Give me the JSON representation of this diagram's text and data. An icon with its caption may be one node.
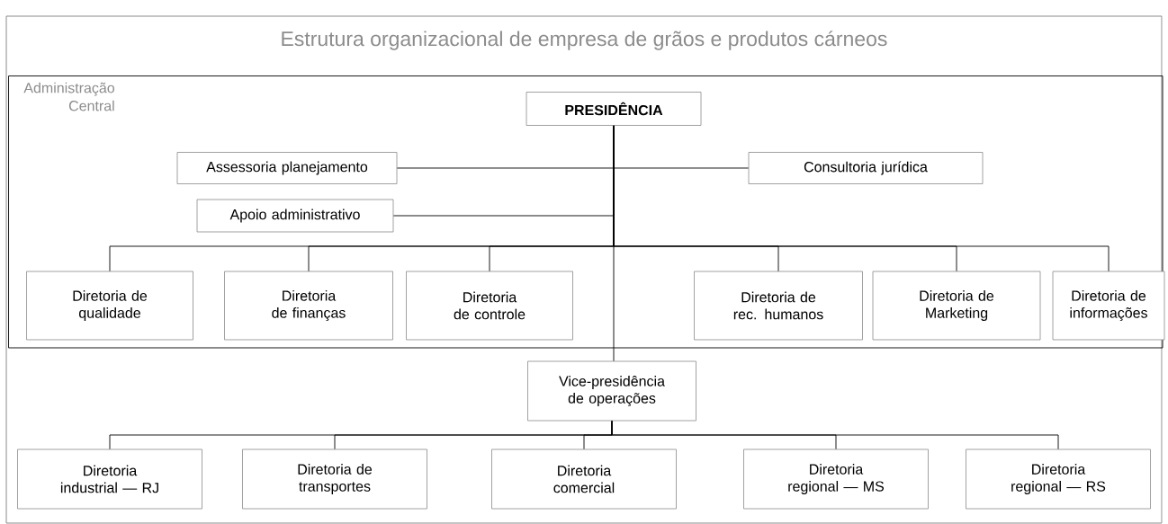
{
  "diagram": {
    "title": "Estrutura organizacional de empresa de grãos e produtos cárneos",
    "nodes": [
      {
        "text": [
          "Administração Central"
        ]
      },
      {
        "text": [
          "PRESIDÊNCIA"
        ],
        "in": 0
      },
      {
        "text": [
          "Assessoria planejamento"
        ],
        "in": 0
      },
      {
        "text": [
          "Consultoria jurídica"
        ],
        "in": 0
      },
      {
        "text": [
          "Apoio administrativo"
        ],
        "in": 0
      },
      {
        "text": [
          "Diretoria de qualidade"
        ],
        "in": 0
      },
      {
        "text": [
          "Diretoria de finanças"
        ],
        "in": 0
      },
      {
        "text": [
          "Diretoria de controle"
        ],
        "in": 0
      },
      {
        "text": [
          "Diretoria de rec. humanos"
        ],
        "in": 0
      },
      {
        "text": [
          "Diretoria de Marketing"
        ],
        "in": 0
      },
      {
        "text": [
          "Diretoria de informações"
        ],
        "in": 0
      },
      {
        "text": [
          "Vice-presidência de operações"
        ]
      },
      {
        "text": [
          "Diretoria industrial — RJ"
        ]
      },
      {
        "text": [
          "Diretoria de transportes"
        ]
      },
      {
        "text": [
          "Diretoria comercial"
        ]
      },
      {
        "text": [
          "Diretoria regional — MS"
        ]
      },
      {
        "text": [
          "Diretoria regional — RS"
        ]
      }
    ],
    "edges": [
      {
        "from": 1,
        "to": 2,
        "arrow": "none"
      },
      {
        "from": 1,
        "to": 3,
        "arrow": "none"
      },
      {
        "from": 1,
        "to": 4,
        "arrow": "none"
      },
      {
        "from": 1,
        "to": 5,
        "arrow": "none"
      },
      {
        "from": 1,
        "to": 6,
        "arrow": "none"
      },
      {
        "from": 1,
        "to": 7,
        "arrow": "none"
      },
      {
        "from": 1,
        "to": 8,
        "arrow": "none"
      },
      {
        "from": 1,
        "to": 9,
        "arrow": "none"
      },
      {
        "from": 1,
        "to": 10,
        "arrow": "none"
      },
      {
        "from": 1,
        "to": 11,
        "arrow": "none"
      },
      {
        "from": 11,
        "to": 12,
        "arrow": "none"
      },
      {
        "from": 11,
        "to": 13,
        "arrow": "none"
      },
      {
        "from": 11,
        "to": 14,
        "arrow": "none"
      },
      {
        "from": 11,
        "to": 15,
        "arrow": "none"
      },
      {
        "from": 11,
        "to": 16,
        "arrow": "none"
      }
    ]
  }
}
